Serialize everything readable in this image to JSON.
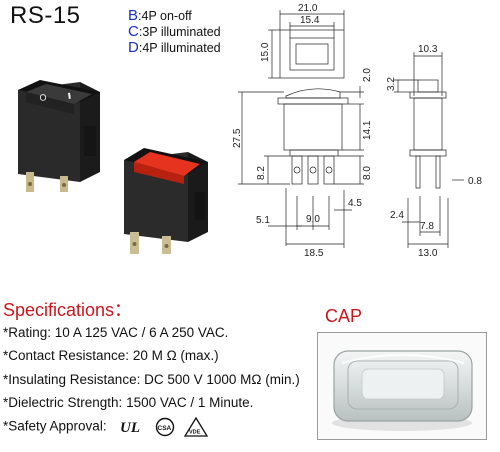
{
  "header": {
    "model": "RS-15",
    "variants": [
      {
        "letter": "B",
        "desc": ":4P on-off"
      },
      {
        "letter": "C",
        "desc": ":3P illuminated"
      },
      {
        "letter": "D",
        "desc": ":4P illuminated"
      }
    ]
  },
  "dimensions": {
    "top_view": {
      "outer_width": "21.0",
      "inner_width": "15.4",
      "height": "15.0"
    },
    "side_view": {
      "width": "10.3",
      "rocker_height": "3.2",
      "actuator": "2.0",
      "body_height": "14.1",
      "total_height": "27.5",
      "terminal_length": "8.2",
      "terminal_offset": "8.0",
      "terminal_spacing": "9.0",
      "terminal_gap": "4.5",
      "left_offset": "5.1",
      "base_width": "18.5",
      "pin_pitch": "7.8",
      "pin_offset": "2.4",
      "pin_thickness": "0.8",
      "depth": "13.0"
    }
  },
  "specifications": {
    "heading": "Specifications：",
    "lines": [
      {
        "label": "*Rating:",
        "value": "10 A  125 VAC / 6 A  250 VAC."
      },
      {
        "label": "*Contact Resistance:",
        "value": "20 M Ω  (max.)"
      },
      {
        "label": "*Insulating Resistance:",
        "value": "DC 500 V  1000 MΩ  (min.)"
      },
      {
        "label": "*Dielectric Strength:",
        "value": "1500 VAC / 1 Minute."
      },
      {
        "label": "*Safety Approval:",
        "value": ""
      }
    ],
    "approvals": [
      "UL",
      "CSA",
      "VDE"
    ]
  },
  "cap": {
    "title": "CAP"
  },
  "colors": {
    "accent_red": "#c8161d",
    "variant_blue": "#1a2fc4",
    "lens_red": "#e02a1a"
  },
  "icons": [
    "black-rocker-switch",
    "red-illuminated-rocker-switch",
    "ul-mark-icon",
    "csa-mark-icon",
    "vde-mark-icon",
    "clear-cap-icon"
  ]
}
